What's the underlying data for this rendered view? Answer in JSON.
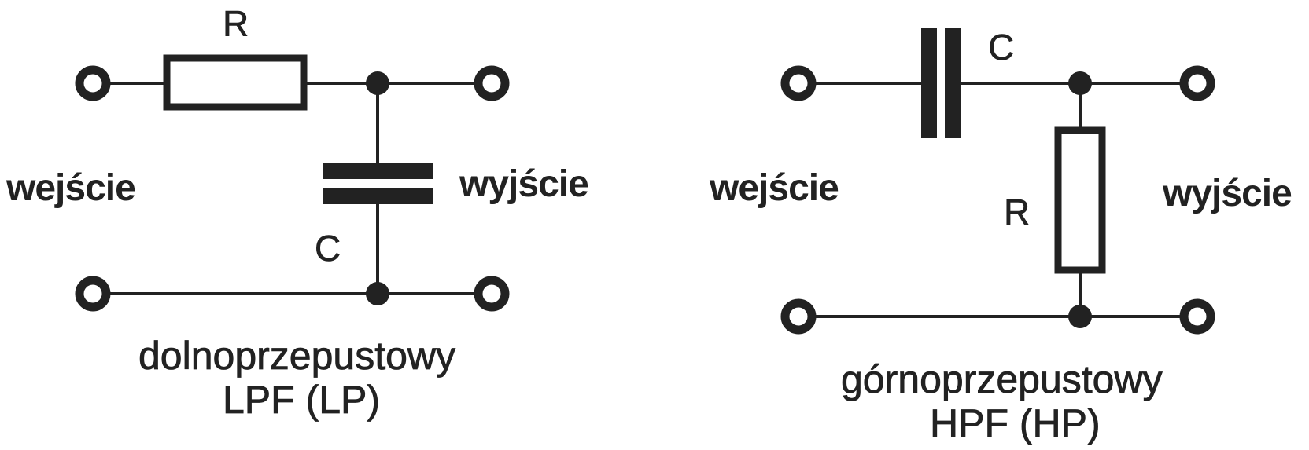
{
  "lpf": {
    "resistor_label": "R",
    "capacitor_label": "C",
    "input_label": "wejście",
    "output_label": "wyjście",
    "caption_name": "dolnoprzepustowy",
    "caption_abbr": "LPF (LP)"
  },
  "hpf": {
    "capacitor_label": "C",
    "resistor_label": "R",
    "input_label": "wejście",
    "output_label": "wyjście",
    "caption_name": "górnoprzepustowy",
    "caption_abbr": "HPF (HP)"
  },
  "colors": {
    "ink": "#222222",
    "background": "#ffffff"
  }
}
